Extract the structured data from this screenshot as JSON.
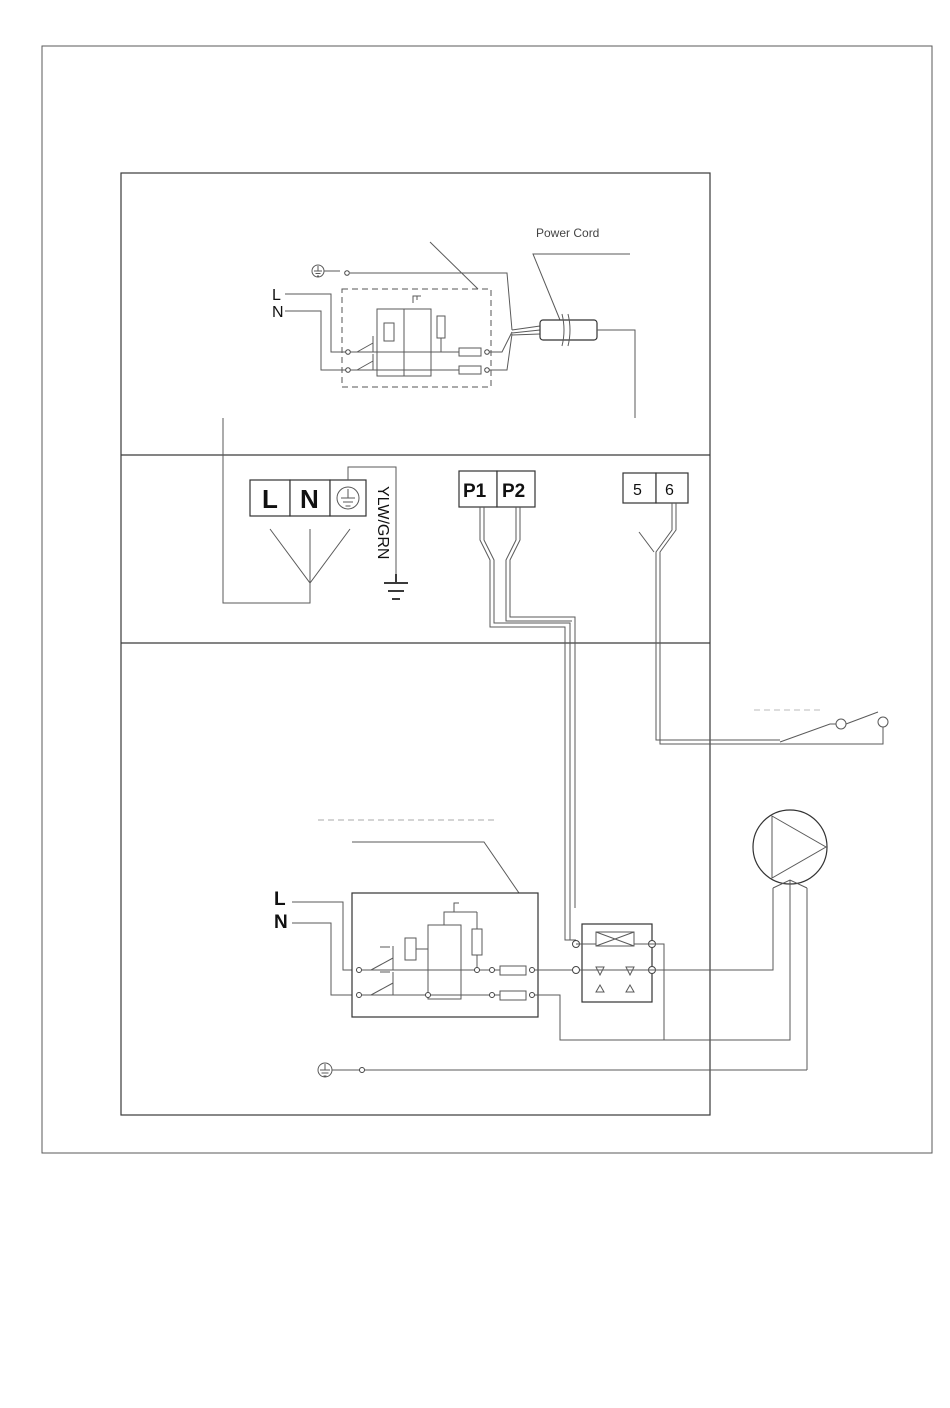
{
  "top_unit": {
    "line_label": "L",
    "neutral_label": "N",
    "cord_label": "Power Cord"
  },
  "terminal_block": {
    "l": "L",
    "n": "N",
    "earth_wire_label": "YLW/GRN"
  },
  "pump_terminals": {
    "p1": "P1",
    "p2": "P2"
  },
  "switch_terminals": {
    "t5": "5",
    "t6": "6"
  },
  "bottom_unit": {
    "line_label": "L",
    "neutral_label": "N"
  },
  "icons": [
    "earth-icon",
    "pump-icon",
    "float-switch-icon",
    "fuse-icon",
    "relay-icon"
  ]
}
